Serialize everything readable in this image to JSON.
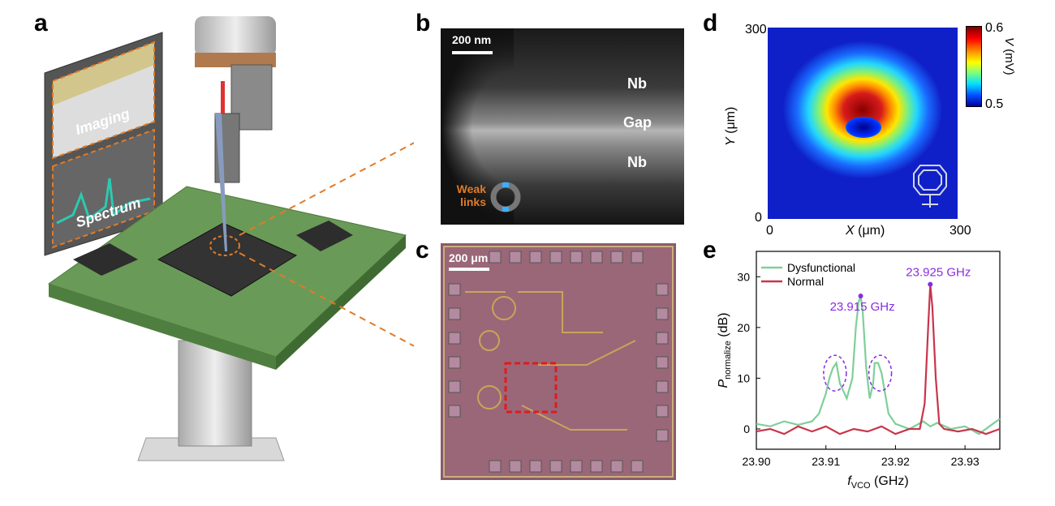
{
  "panel_labels": {
    "a": "a",
    "b": "b",
    "c": "c",
    "d": "d",
    "e": "e"
  },
  "panel_a": {
    "screen_top_label": "Imaging",
    "screen_bottom_label": "Spectrum"
  },
  "panel_b": {
    "scale_bar": "200 nm",
    "label_nb_top": "Nb",
    "label_gap": "Gap",
    "label_nb_bottom": "Nb",
    "weak_links_line1": "Weak",
    "weak_links_line2": "links"
  },
  "panel_c": {
    "scale_bar": "200 μm"
  },
  "panel_d": {
    "y_top": "300",
    "y_bottom": "0",
    "x_left": "0",
    "x_right": "300",
    "xlabel_var": "X",
    "xlabel_unit": "(μm)",
    "ylabel_var": "Y",
    "ylabel_unit": "(μm)",
    "colorbar_max": "0.6",
    "colorbar_min": "0.5",
    "colorbar_label_var": "V",
    "colorbar_label_unit": "(mV)"
  },
  "colors": {
    "dysfunctional": "#7fcf9a",
    "normal": "#c9344b",
    "peak_annot": "#8a2be2",
    "orange": "#e07b28"
  },
  "chart_data": {
    "type": "line",
    "xlabel_main": "f",
    "xlabel_sub": "VCO",
    "xlabel_unit": "(GHz)",
    "ylabel_main": "P",
    "ylabel_sub": "normalize",
    "ylabel_unit": "(dB)",
    "xlim": [
      23.9,
      23.935
    ],
    "ylim": [
      -4,
      35
    ],
    "xticks": [
      23.9,
      23.91,
      23.92,
      23.93
    ],
    "xtick_labels": [
      "23.90",
      "23.91",
      "23.92",
      "23.93"
    ],
    "yticks": [
      0,
      10,
      20,
      30
    ],
    "ytick_labels": [
      "0",
      "10",
      "20",
      "30"
    ],
    "legend_position": "top-left",
    "series": [
      {
        "name": "Dysfunctional",
        "color": "#7fcf9a",
        "points": [
          [
            23.9,
            1
          ],
          [
            23.902,
            0.5
          ],
          [
            23.904,
            1.5
          ],
          [
            23.906,
            0.8
          ],
          [
            23.908,
            1.5
          ],
          [
            23.909,
            3
          ],
          [
            23.91,
            7
          ],
          [
            23.9105,
            10
          ],
          [
            23.911,
            12
          ],
          [
            23.9115,
            13
          ],
          [
            23.912,
            9
          ],
          [
            23.913,
            6
          ],
          [
            23.9138,
            10
          ],
          [
            23.9143,
            20
          ],
          [
            23.9147,
            25
          ],
          [
            23.915,
            26.2
          ],
          [
            23.9153,
            23
          ],
          [
            23.9158,
            12
          ],
          [
            23.9163,
            6
          ],
          [
            23.9168,
            9
          ],
          [
            23.917,
            13
          ],
          [
            23.9175,
            13
          ],
          [
            23.918,
            11
          ],
          [
            23.9185,
            7
          ],
          [
            23.919,
            3
          ],
          [
            23.92,
            1
          ],
          [
            23.922,
            0
          ],
          [
            23.924,
            1.5
          ],
          [
            23.925,
            0.5
          ],
          [
            23.926,
            1.2
          ],
          [
            23.928,
            0
          ],
          [
            23.93,
            0.5
          ],
          [
            23.932,
            -1
          ],
          [
            23.934,
            1
          ],
          [
            23.935,
            2
          ]
        ]
      },
      {
        "name": "Normal",
        "color": "#c9344b",
        "points": [
          [
            23.9,
            -0.5
          ],
          [
            23.902,
            0
          ],
          [
            23.904,
            -1
          ],
          [
            23.906,
            0.5
          ],
          [
            23.908,
            -0.5
          ],
          [
            23.91,
            0.5
          ],
          [
            23.912,
            -1
          ],
          [
            23.914,
            0
          ],
          [
            23.916,
            -0.5
          ],
          [
            23.918,
            0.5
          ],
          [
            23.92,
            -1
          ],
          [
            23.922,
            0
          ],
          [
            23.9235,
            0
          ],
          [
            23.9242,
            5
          ],
          [
            23.9247,
            20
          ],
          [
            23.925,
            28.5
          ],
          [
            23.9253,
            24
          ],
          [
            23.9258,
            10
          ],
          [
            23.9263,
            1
          ],
          [
            23.927,
            0
          ],
          [
            23.929,
            -0.5
          ],
          [
            23.931,
            0
          ],
          [
            23.933,
            -1
          ],
          [
            23.935,
            0
          ]
        ]
      }
    ],
    "peaks": [
      {
        "x": 23.915,
        "y": 26.2,
        "label": "23.915 GHz"
      },
      {
        "x": 23.925,
        "y": 28.5,
        "label": "23.925 GHz"
      }
    ]
  }
}
